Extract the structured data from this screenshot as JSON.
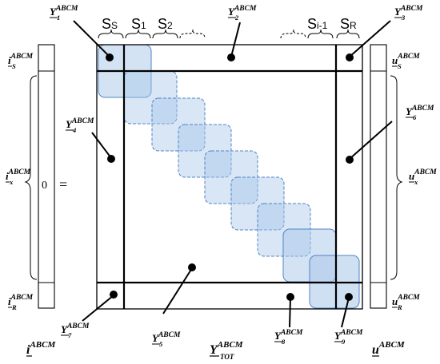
{
  "vectors": {
    "i_label": {
      "main": "i",
      "sup": "ABCM"
    },
    "u_label": {
      "main": "u",
      "sup": "ABCM"
    },
    "i_s": {
      "main": "i",
      "sub": "S",
      "sup": "ABCM"
    },
    "i_x": {
      "main": "i",
      "sub": "x",
      "sup": "ABCM"
    },
    "i_r": {
      "main": "i",
      "sub": "R",
      "sup": "ABCM"
    },
    "u_s": {
      "main": "u",
      "sub": "S",
      "sup": "ABCM"
    },
    "u_x": {
      "main": "u",
      "sub": "x",
      "sup": "ABCM"
    },
    "u_r": {
      "main": "u",
      "sub": "R",
      "sup": "ABCM"
    }
  },
  "equation": {
    "zero": "0",
    "equals": "="
  },
  "matrix": {
    "total": {
      "main": "Y",
      "sub": "TOT",
      "sup": "ABCM"
    },
    "blocks": [
      {
        "main": "Y",
        "sub": "1",
        "sup": "ABCM"
      },
      {
        "main": "Y",
        "sub": "2",
        "sup": "ABCM"
      },
      {
        "main": "Y",
        "sub": "3",
        "sup": "ABCM"
      },
      {
        "main": "Y",
        "sub": "4",
        "sup": "ABCM"
      },
      {
        "main": "Y",
        "sub": "5",
        "sup": "ABCM"
      },
      {
        "main": "Y",
        "sub": "6",
        "sup": "ABCM"
      },
      {
        "main": "Y",
        "sub": "7",
        "sup": "ABCM"
      },
      {
        "main": "Y",
        "sub": "8",
        "sup": "ABCM"
      },
      {
        "main": "Y",
        "sub": "9",
        "sup": "ABCM"
      }
    ]
  },
  "segments": [
    {
      "main": "S",
      "sub": "S"
    },
    {
      "main": "S",
      "sub": "1"
    },
    {
      "main": "S",
      "sub": "2"
    },
    {
      "main": "S",
      "sub": "i-1"
    },
    {
      "main": "S",
      "sub": "R"
    }
  ],
  "colors": {
    "line": "#000000",
    "block_fill": "#a9c7ea",
    "block_stroke": "#4f84c4",
    "block_fill_opacity": 0.45
  }
}
